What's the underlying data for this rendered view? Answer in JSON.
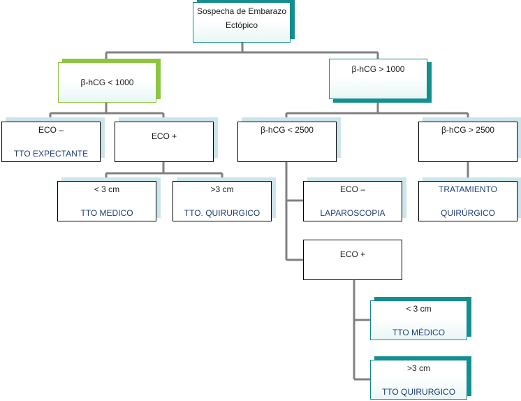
{
  "colors": {
    "connector": "#808080",
    "shadow_light": "#cbe5ea",
    "shadow_teal": "#148f8f",
    "shadow_green": "#8cc63f",
    "text_blue": "#1f3f7a",
    "border_teal": "#0f8a8a",
    "border_green": "#8cc63f"
  },
  "diagram": {
    "root": {
      "line1": "Sospecha de Embarazo",
      "line2": "Ectópico"
    },
    "hcg_low": {
      "label": "β-hCG < 1000"
    },
    "hcg_high": {
      "label": "β-hCG > 1000"
    },
    "eco_neg_low": {
      "line1": "ECO –",
      "line2": "TTO EXPECTANTE"
    },
    "eco_pos_low": {
      "label": "ECO +"
    },
    "lt3_low": {
      "line1": "< 3 cm",
      "line2": "TTO MEDICO"
    },
    "gt3_low": {
      "line1": ">3 cm",
      "line2": "TTO. QUIRURGICO"
    },
    "hcg_lt2500": {
      "label": "β-hCG < 2500"
    },
    "hcg_gt2500": {
      "label": "β-hCG > 2500"
    },
    "eco_neg_mid": {
      "line1": "ECO –",
      "line2": "LAPAROSCOPIA"
    },
    "tratamiento": {
      "line1": "TRATAMIENTO",
      "line2": "QUIRÚRGICO"
    },
    "eco_pos_mid": {
      "label": "ECO +"
    },
    "lt3_mid": {
      "line1": "< 3 cm",
      "line2": "TTO MÉDICO"
    },
    "gt3_mid": {
      "line1": ">3 cm",
      "line2": "TTO QUIRURGICO"
    }
  }
}
